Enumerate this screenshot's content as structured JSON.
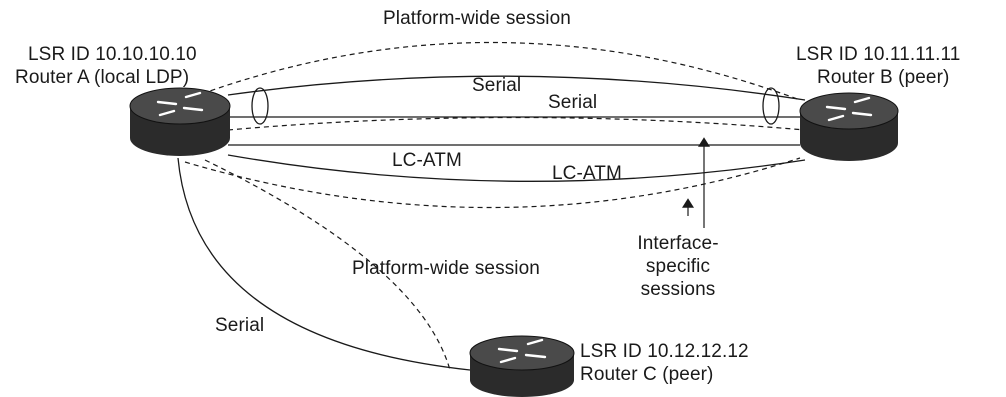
{
  "router_a": {
    "lsr_id": "LSR ID 10.10.10.10",
    "name": "Router A (local LDP)"
  },
  "router_b": {
    "lsr_id": "LSR ID 10.11.11.11",
    "name": "Router B (peer)"
  },
  "router_c": {
    "lsr_id": "LSR ID 10.12.12.12",
    "name": "Router C (peer)"
  },
  "links": {
    "platform_session_top": "Platform-wide session",
    "serial_1": "Serial",
    "serial_2": "Serial",
    "lc_atm_1": "LC-ATM",
    "lc_atm_2": "LC-ATM",
    "platform_session_ac": "Platform-wide session",
    "serial_ac": "Serial"
  },
  "annotation": {
    "line1": "Interface-",
    "line2": "specific",
    "line3": "sessions"
  },
  "colors": {
    "line": "#1a1a1a",
    "router_body": "#2b2b2b",
    "router_top": "#4a4a4a",
    "background": "#ffffff"
  },
  "icons": {
    "router": "router-icon",
    "session_ring": "session-ring-icon",
    "arrow": "arrow-up-icon"
  }
}
